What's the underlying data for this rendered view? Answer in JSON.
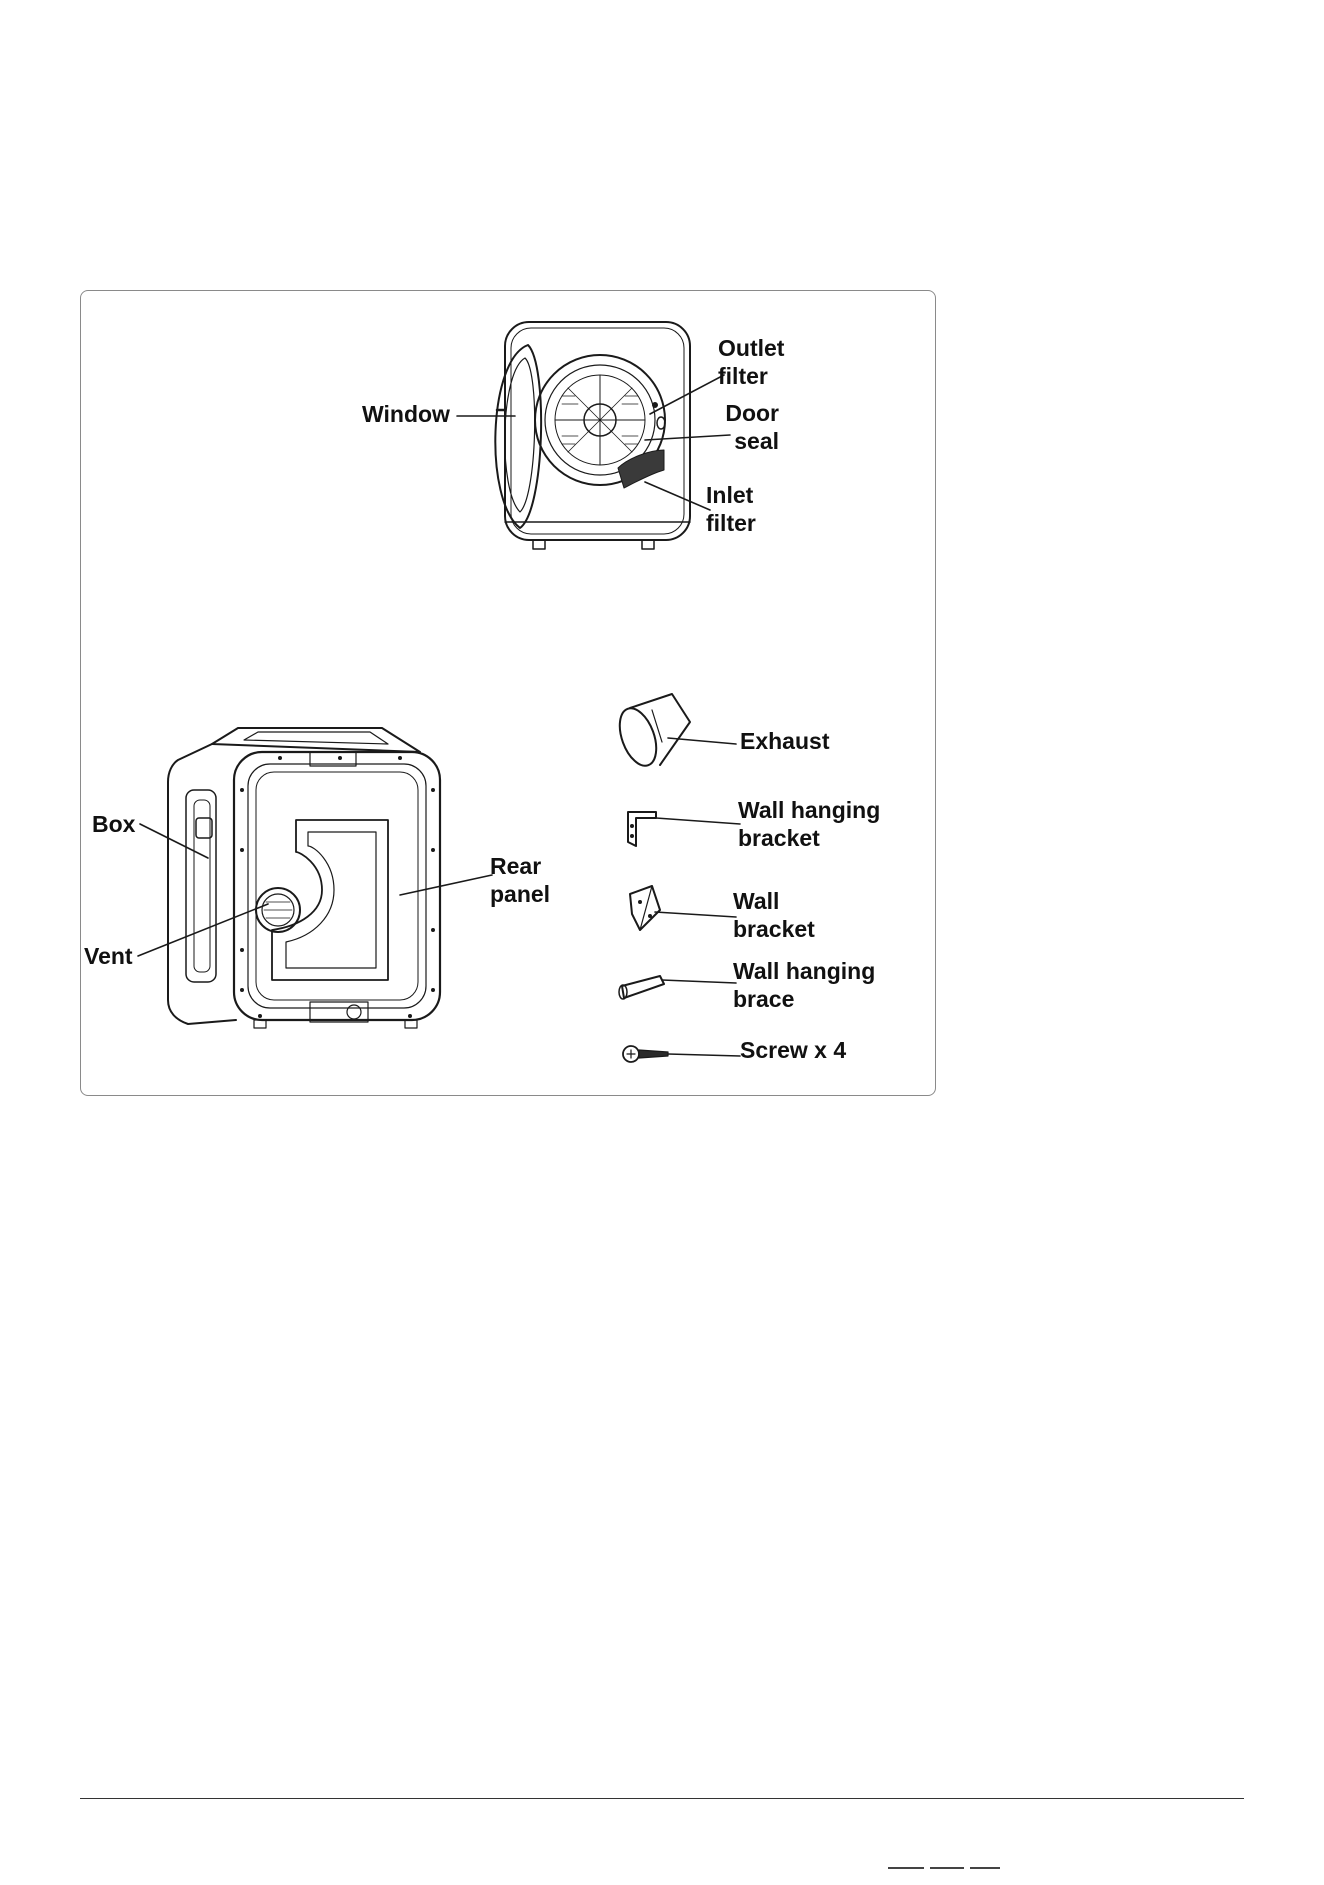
{
  "labels": {
    "window": "Window",
    "outlet_filter": "Outlet\nfilter",
    "door_seal": "Door\nseal",
    "inlet_filter": "Inlet\nfilter",
    "box": "Box",
    "rear_panel": "Rear\npanel",
    "vent": "Vent",
    "exhaust": "Exhaust",
    "wall_hanging_bracket": "Wall hanging\nbracket",
    "wall_bracket": "Wall\nbracket",
    "wall_hanging_brace": "Wall hanging\nbrace",
    "screw": "Screw x 4"
  }
}
